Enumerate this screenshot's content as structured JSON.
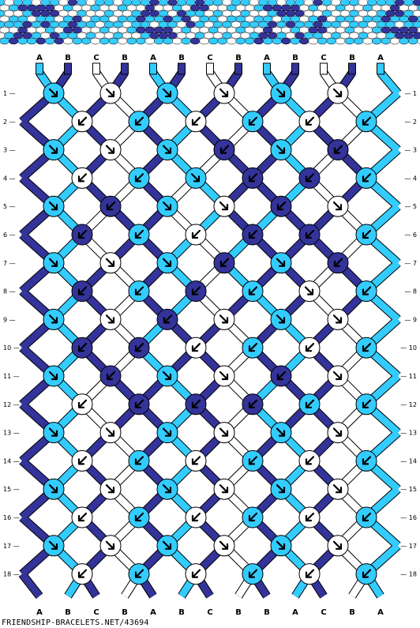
{
  "colors": {
    "A": "#33ccff",
    "B": "#333399",
    "C": "#ffffff",
    "preview_bg": "#ffffff",
    "stroke": "#000000"
  },
  "strings_top": [
    "A",
    "B",
    "C",
    "B",
    "A",
    "B",
    "C",
    "B",
    "A",
    "B",
    "C",
    "B",
    "A"
  ],
  "strings_bottom": [
    "A",
    "B",
    "C",
    "B",
    "A",
    "B",
    "C",
    "B",
    "B",
    "A",
    "C",
    "B",
    "A"
  ],
  "row_labels": [
    "1",
    "2",
    "3",
    "4",
    "5",
    "6",
    "7",
    "8",
    "9",
    "10",
    "11",
    "12",
    "13",
    "14",
    "15",
    "16",
    "17",
    "18"
  ],
  "knot_rows": [
    [
      [
        "A",
        "f"
      ],
      [
        "C",
        "f"
      ],
      [
        "A",
        "f"
      ],
      [
        "C",
        "f"
      ],
      [
        "A",
        "f"
      ],
      [
        "C",
        "f"
      ]
    ],
    [
      [
        "C",
        "b"
      ],
      [
        "A",
        "b"
      ],
      [
        "C",
        "b"
      ],
      [
        "A",
        "b"
      ],
      [
        "C",
        "b"
      ],
      [
        "A",
        "b"
      ]
    ],
    [
      [
        "A",
        "f"
      ],
      [
        "C",
        "f"
      ],
      [
        "A",
        "f"
      ],
      [
        "B",
        "b"
      ],
      [
        "A",
        "f"
      ],
      [
        "B",
        "b"
      ]
    ],
    [
      [
        "C",
        "b"
      ],
      [
        "A",
        "b"
      ],
      [
        "A",
        "f"
      ],
      [
        "B",
        "b"
      ],
      [
        "B",
        "b"
      ],
      [
        "A",
        "b"
      ]
    ],
    [
      [
        "A",
        "f"
      ],
      [
        "B",
        "b"
      ],
      [
        "A",
        "f"
      ],
      [
        "C",
        "f"
      ],
      [
        "B",
        "b"
      ],
      [
        "C",
        "f"
      ]
    ],
    [
      [
        "B",
        "b"
      ],
      [
        "A",
        "b"
      ],
      [
        "C",
        "b"
      ],
      [
        "B",
        "b"
      ],
      [
        "B",
        "b"
      ],
      [
        "A",
        "b"
      ]
    ],
    [
      [
        "A",
        "f"
      ],
      [
        "C",
        "f"
      ],
      [
        "A",
        "f"
      ],
      [
        "B",
        "b"
      ],
      [
        "A",
        "f"
      ],
      [
        "B",
        "b"
      ]
    ],
    [
      [
        "B",
        "b"
      ],
      [
        "A",
        "b"
      ],
      [
        "B",
        "b"
      ],
      [
        "A",
        "b"
      ],
      [
        "C",
        "f"
      ],
      [
        "A",
        "b"
      ]
    ],
    [
      [
        "A",
        "f"
      ],
      [
        "C",
        "f"
      ],
      [
        "B",
        "b"
      ],
      [
        "C",
        "f"
      ],
      [
        "A",
        "f"
      ],
      [
        "C",
        "f"
      ]
    ],
    [
      [
        "B",
        "b"
      ],
      [
        "B",
        "b"
      ],
      [
        "C",
        "b"
      ],
      [
        "A",
        "b"
      ],
      [
        "C",
        "b"
      ],
      [
        "A",
        "b"
      ]
    ],
    [
      [
        "A",
        "f"
      ],
      [
        "B",
        "b"
      ],
      [
        "A",
        "f"
      ],
      [
        "C",
        "f"
      ],
      [
        "B",
        "b"
      ],
      [
        "C",
        "f"
      ]
    ],
    [
      [
        "C",
        "b"
      ],
      [
        "B",
        "b"
      ],
      [
        "B",
        "b"
      ],
      [
        "B",
        "b"
      ],
      [
        "A",
        "b"
      ],
      [
        "A",
        "b"
      ]
    ],
    [
      [
        "A",
        "f"
      ],
      [
        "C",
        "f"
      ],
      [
        "A",
        "f"
      ],
      [
        "C",
        "f"
      ],
      [
        "A",
        "f"
      ],
      [
        "C",
        "f"
      ]
    ],
    [
      [
        "C",
        "b"
      ],
      [
        "A",
        "b"
      ],
      [
        "C",
        "b"
      ],
      [
        "A",
        "b"
      ],
      [
        "C",
        "b"
      ],
      [
        "A",
        "b"
      ]
    ],
    [
      [
        "A",
        "f"
      ],
      [
        "C",
        "f"
      ],
      [
        "A",
        "f"
      ],
      [
        "C",
        "f"
      ],
      [
        "A",
        "f"
      ],
      [
        "C",
        "f"
      ]
    ],
    [
      [
        "C",
        "b"
      ],
      [
        "A",
        "b"
      ],
      [
        "C",
        "b"
      ],
      [
        "A",
        "b"
      ],
      [
        "C",
        "b"
      ],
      [
        "A",
        "b"
      ]
    ],
    [
      [
        "A",
        "f"
      ],
      [
        "C",
        "f"
      ],
      [
        "A",
        "f"
      ],
      [
        "C",
        "f"
      ],
      [
        "A",
        "f"
      ],
      [
        "C",
        "f"
      ]
    ],
    [
      [
        "C",
        "b"
      ],
      [
        "A",
        "b"
      ],
      [
        "C",
        "b"
      ],
      [
        "A",
        "b"
      ],
      [
        "C",
        "b"
      ],
      [
        "A",
        "b"
      ]
    ]
  ],
  "footer_text": "FRIENDSHIP-BRACELETS.NET/43694"
}
